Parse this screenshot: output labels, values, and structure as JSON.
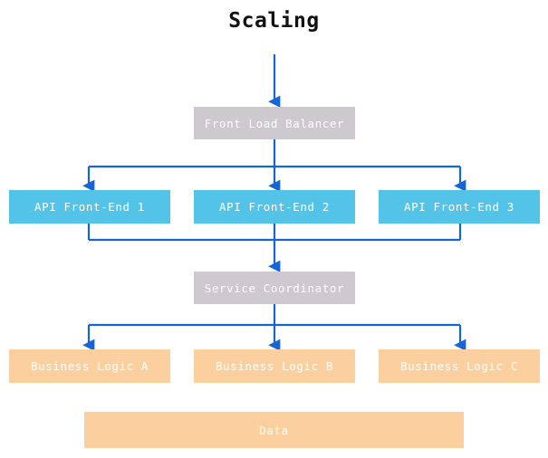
{
  "title": "Scaling",
  "colors": {
    "background": "#ffffff",
    "title_text": "#121212",
    "node_grey": "#cdc9ce",
    "node_blue": "#53c3e8",
    "node_orange": "#fcd09e",
    "node_text": "#ffffff",
    "edge": "#1565d8"
  },
  "nodes": {
    "front_load_balancer": {
      "label": "Front Load Balancer",
      "type": "grey"
    },
    "api_front_end_1": {
      "label": "API Front-End 1",
      "type": "blue"
    },
    "api_front_end_2": {
      "label": "API Front-End 2",
      "type": "blue"
    },
    "api_front_end_3": {
      "label": "API Front-End 3",
      "type": "blue"
    },
    "service_coordinator": {
      "label": "Service Coordinator",
      "type": "grey"
    },
    "business_logic_a": {
      "label": "Business Logic A",
      "type": "orange"
    },
    "business_logic_b": {
      "label": "Business Logic B",
      "type": "orange"
    },
    "business_logic_c": {
      "label": "Business Logic C",
      "type": "orange"
    },
    "data": {
      "label": "Data",
      "type": "orange"
    }
  },
  "edges": [
    {
      "from": "ingress",
      "to": "front_load_balancer"
    },
    {
      "from": "front_load_balancer",
      "to": "api_front_end_1"
    },
    {
      "from": "front_load_balancer",
      "to": "api_front_end_2"
    },
    {
      "from": "front_load_balancer",
      "to": "api_front_end_3"
    },
    {
      "from": "api_front_end_1",
      "to": "service_coordinator"
    },
    {
      "from": "api_front_end_2",
      "to": "service_coordinator"
    },
    {
      "from": "api_front_end_3",
      "to": "service_coordinator"
    },
    {
      "from": "service_coordinator",
      "to": "business_logic_a"
    },
    {
      "from": "service_coordinator",
      "to": "business_logic_b"
    },
    {
      "from": "service_coordinator",
      "to": "business_logic_c"
    }
  ]
}
